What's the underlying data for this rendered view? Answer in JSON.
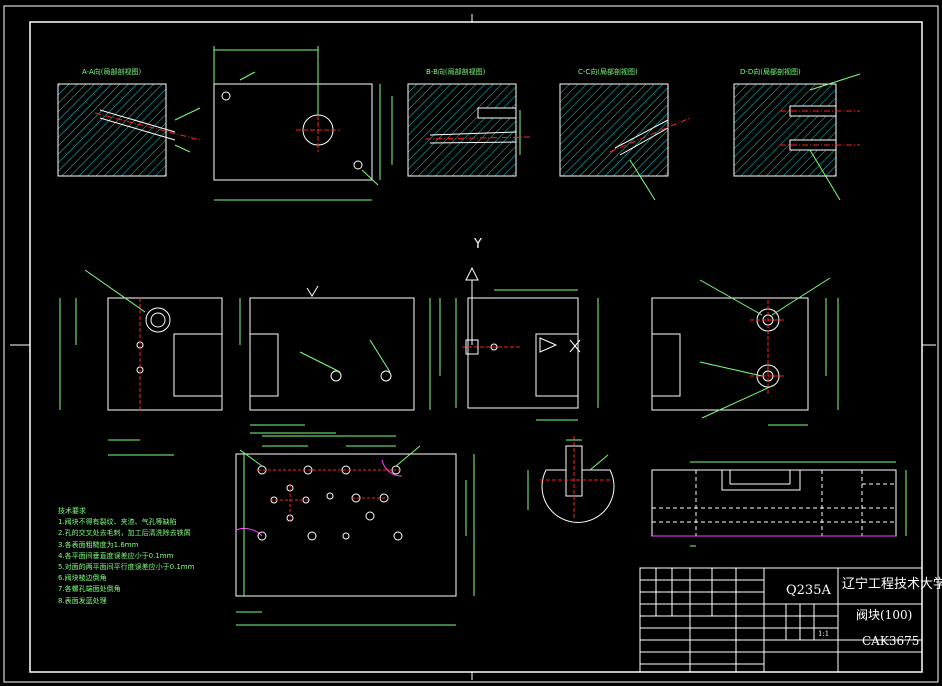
{
  "title_block": {
    "material": "Q235A",
    "school": "辽宁工程技术大学",
    "part_name": "阀块(100)",
    "drawing_no": "CAK3675",
    "scale": "1:1"
  },
  "view_labels": {
    "a": "A-A向(局部剖视图)",
    "b": "B-B向(局部剖视图)",
    "c": "C-C向(局部剖视图)",
    "d": "D-D向(局部剖视图)"
  },
  "axis_label": "Y",
  "tech_notes": {
    "title": "技术要求",
    "items": [
      "1.阀块不得有裂纹、夹渣、气孔等缺陷",
      "2.孔的交叉处去毛刺，加工后清洗除去铁屑",
      "3.各表面粗糙度为1.6mm",
      "4.各平面间垂直度误差应小于0.1mm",
      "5.对面的两平面间平行度误差应小于0.1mm",
      "6.阀块棱边倒角",
      "7.各螺孔端面处倒角",
      "8.表面发蓝处理"
    ]
  },
  "colors": {
    "line": "#ffffff",
    "dim": "#7dff7d",
    "hatch": "#22cccc",
    "center": "#ff2020",
    "accent": "#ff40ff"
  }
}
